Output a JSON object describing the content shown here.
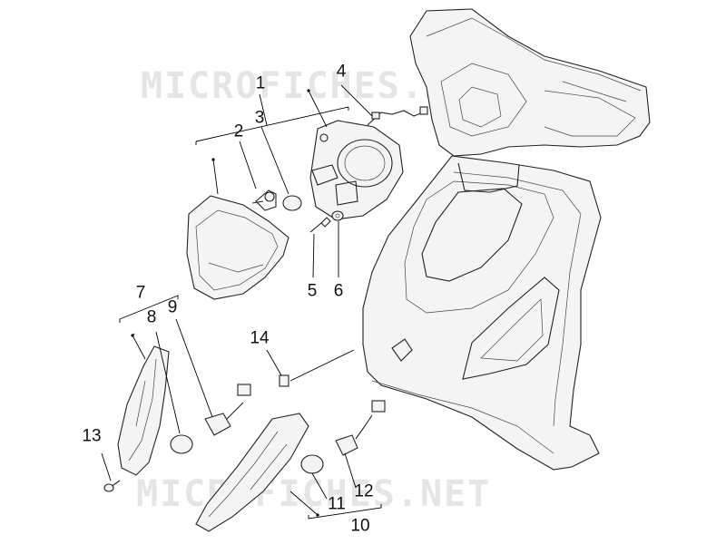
{
  "watermark": {
    "text": "MICROFICHES.NET"
  },
  "callouts": [
    "1",
    "2",
    "3",
    "4",
    "5",
    "6",
    "7",
    "8",
    "9",
    "10",
    "11",
    "12",
    "13",
    "14"
  ],
  "colors": {
    "line": "#222222",
    "fill": "#f4f4f4",
    "watermark": "#b4b4b4"
  }
}
